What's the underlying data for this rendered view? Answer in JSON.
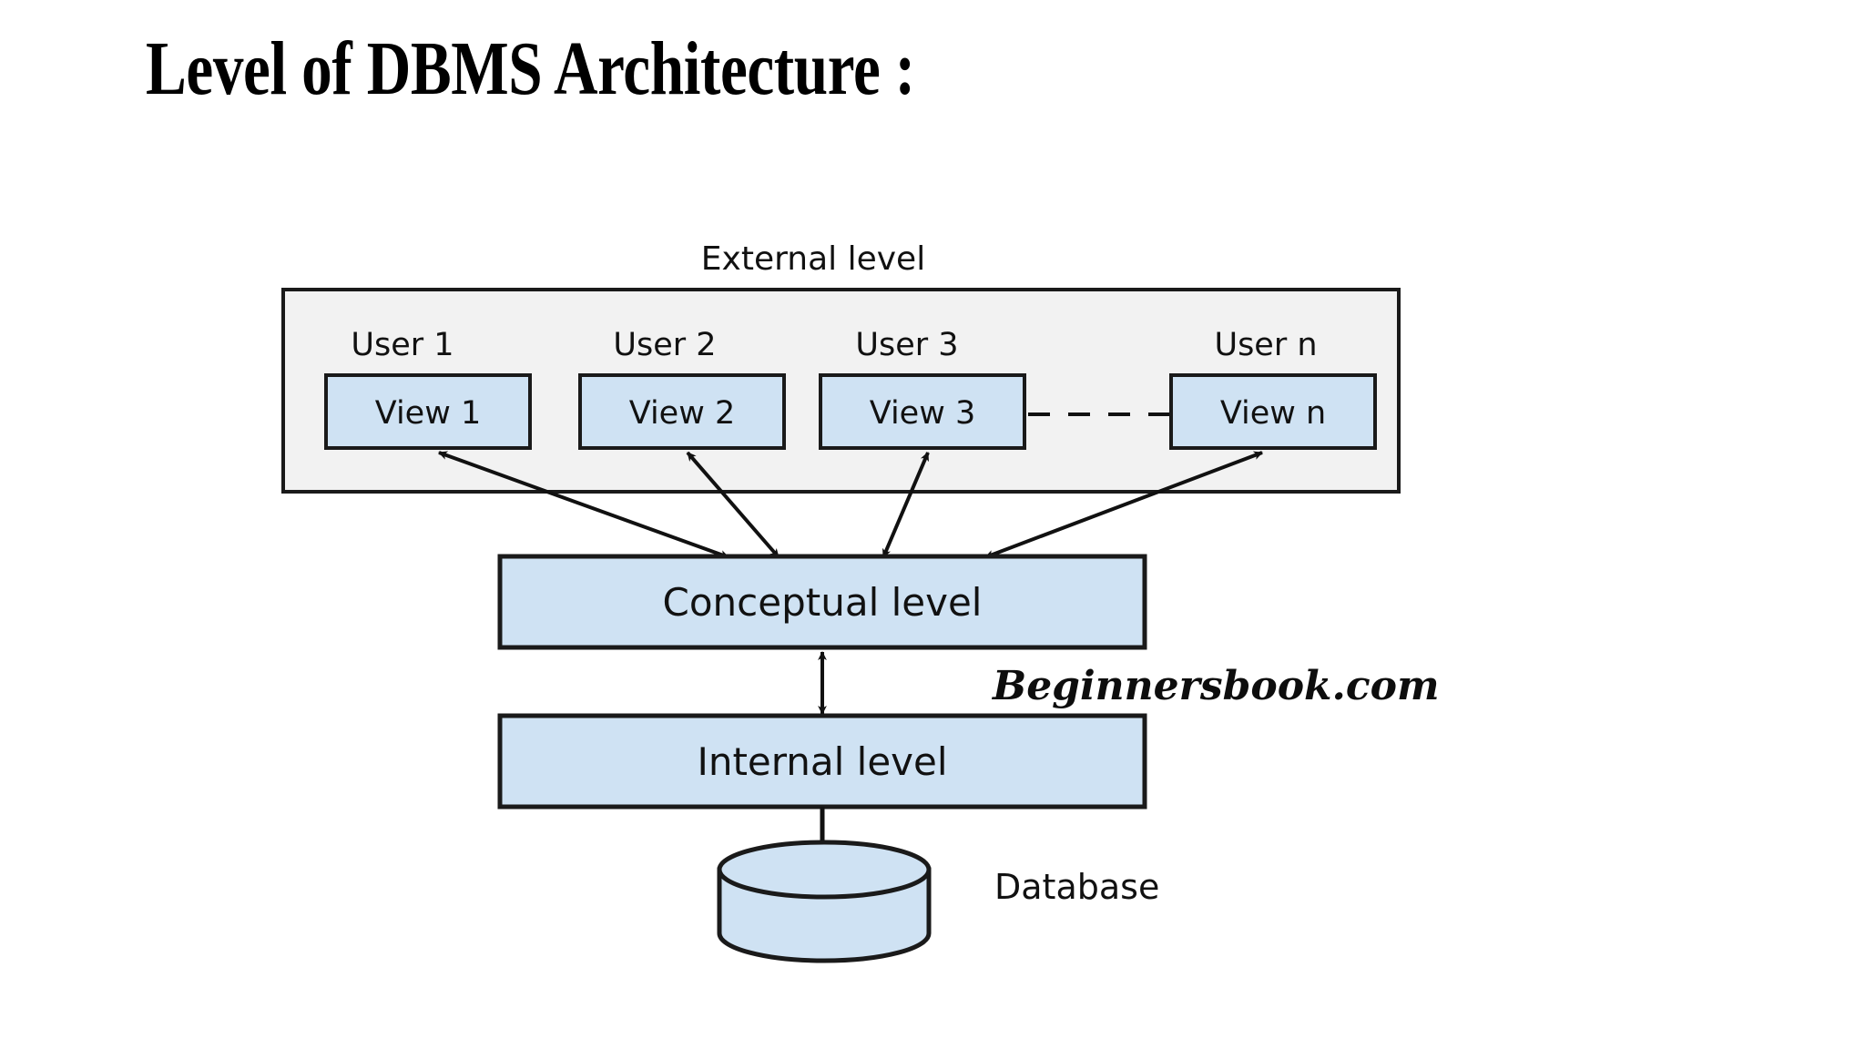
{
  "page": {
    "title": "Level of DBMS Architecture :",
    "background_color": "#ffffff",
    "title_color": "#000000"
  },
  "colors": {
    "box_fill_blue": "#cfe2f3",
    "external_panel_fill": "#f2f2f2",
    "stroke": "#1a1a1a",
    "text": "#111111"
  },
  "diagram": {
    "external_level_label": "External level",
    "external_panel": {
      "name": "external-level-panel"
    },
    "users": [
      {
        "user_label": "User 1",
        "view_label": "View 1"
      },
      {
        "user_label": "User 2",
        "view_label": "View 2"
      },
      {
        "user_label": "User 3",
        "view_label": "View 3"
      },
      {
        "user_label": "User n",
        "view_label": "View n"
      }
    ],
    "conceptual_level_label": "Conceptual level",
    "internal_level_label": "Internal level",
    "database_label": "Database",
    "watermark": "Beginnersbook.com",
    "connector_note_dashed": "dashed-ellipsis-connector"
  }
}
